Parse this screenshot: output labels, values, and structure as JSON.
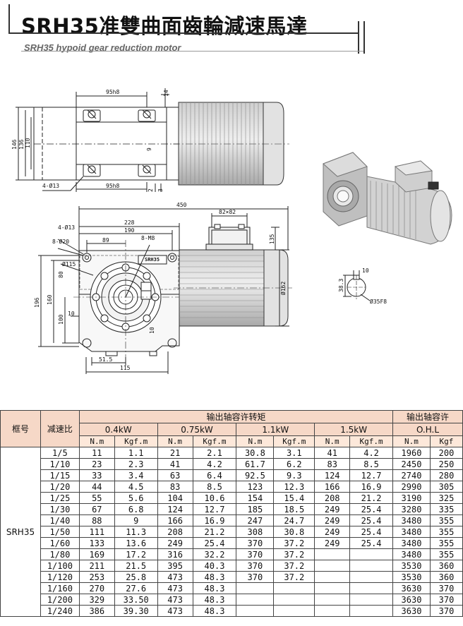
{
  "header": {
    "title": "SRH35准雙曲面齒輪減速馬達",
    "subtitle": "SRH35 hypoid gear reduction motor"
  },
  "drawing": {
    "top_dims": [
      "95h8",
      "95h8",
      "14",
      "146",
      "136",
      "110",
      "9",
      "2",
      "3",
      "4-Ø13"
    ],
    "front_dims": [
      "450",
      "228",
      "190",
      "89",
      "82×82",
      "4-Ø13",
      "8-Ø20",
      "8-M8",
      "Ø115",
      "196",
      "160",
      "80",
      "100",
      "10",
      "51.5",
      "115",
      "10",
      "135",
      "Ø162"
    ],
    "shaft_dims": [
      "10",
      "38.3",
      "Ø35F8"
    ],
    "nameplate": "SRH35"
  },
  "table": {
    "frame_label": "框号",
    "ratio_label": "减速比",
    "torque_label": "输出轴容许转矩",
    "ohl_label": "输出轴容许",
    "powers": [
      "0.4kW",
      "0.75kW",
      "1.1kW",
      "1.5kW",
      "O.H.L"
    ],
    "units": [
      "N.m",
      "Kgf.m",
      "N.m",
      "Kgf.m",
      "N.m",
      "Kgf.m",
      "N.m",
      "Kgf.m",
      "N.m",
      "Kgf"
    ],
    "frame": "SRH35",
    "rows": [
      {
        "ratio": "1/5",
        "cells": [
          "11",
          "1.1",
          "21",
          "2.1",
          "30.8",
          "3.1",
          "41",
          "4.2",
          "1960",
          "200"
        ]
      },
      {
        "ratio": "1/10",
        "cells": [
          "23",
          "2.3",
          "41",
          "4.2",
          "61.7",
          "6.2",
          "83",
          "8.5",
          "2450",
          "250"
        ]
      },
      {
        "ratio": "1/15",
        "cells": [
          "33",
          "3.4",
          "63",
          "6.4",
          "92.5",
          "9.3",
          "124",
          "12.7",
          "2740",
          "280"
        ]
      },
      {
        "ratio": "1/20",
        "cells": [
          "44",
          "4.5",
          "83",
          "8.5",
          "123",
          "12.3",
          "166",
          "16.9",
          "2990",
          "305"
        ]
      },
      {
        "ratio": "1/25",
        "cells": [
          "55",
          "5.6",
          "104",
          "10.6",
          "154",
          "15.4",
          "208",
          "21.2",
          "3190",
          "325"
        ]
      },
      {
        "ratio": "1/30",
        "cells": [
          "67",
          "6.8",
          "124",
          "12.7",
          "185",
          "18.5",
          "249",
          "25.4",
          "3280",
          "335"
        ]
      },
      {
        "ratio": "1/40",
        "cells": [
          "88",
          "9",
          "166",
          "16.9",
          "247",
          "24.7",
          "249",
          "25.4",
          "3480",
          "355"
        ]
      },
      {
        "ratio": "1/50",
        "cells": [
          "111",
          "11.3",
          "208",
          "21.2",
          "308",
          "30.8",
          "249",
          "25.4",
          "3480",
          "355"
        ]
      },
      {
        "ratio": "1/60",
        "cells": [
          "133",
          "13.6",
          "249",
          "25.4",
          "370",
          "37.2",
          "249",
          "25.4",
          "3480",
          "355"
        ]
      },
      {
        "ratio": "1/80",
        "cells": [
          "169",
          "17.2",
          "316",
          "32.2",
          "370",
          "37.2",
          "",
          "",
          "3480",
          "355"
        ]
      },
      {
        "ratio": "1/100",
        "cells": [
          "211",
          "21.5",
          "395",
          "40.3",
          "370",
          "37.2",
          "",
          "",
          "3530",
          "360"
        ]
      },
      {
        "ratio": "1/120",
        "cells": [
          "253",
          "25.8",
          "473",
          "48.3",
          "370",
          "37.2",
          "",
          "",
          "3530",
          "360"
        ]
      },
      {
        "ratio": "1/160",
        "cells": [
          "270",
          "27.6",
          "473",
          "48.3",
          "",
          "",
          "",
          "",
          "3630",
          "370"
        ]
      },
      {
        "ratio": "1/200",
        "cells": [
          "329",
          "33.50",
          "473",
          "48.3",
          "",
          "",
          "",
          "",
          "3630",
          "370"
        ]
      },
      {
        "ratio": "1/240",
        "cells": [
          "386",
          "39.30",
          "473",
          "48.3",
          "",
          "",
          "",
          "",
          "3630",
          "370"
        ]
      }
    ]
  },
  "colors": {
    "header_fill": "#f6d8c7",
    "unit_fill": "#fde8da",
    "line": "#222222"
  }
}
